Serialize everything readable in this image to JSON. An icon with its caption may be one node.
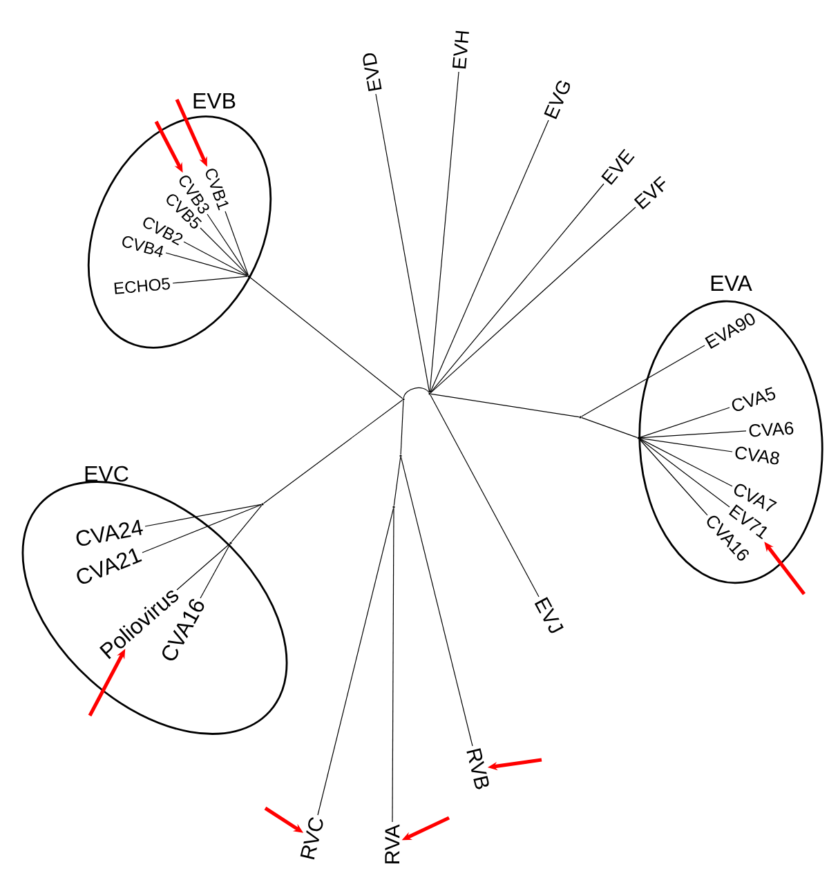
{
  "diagram": {
    "nodes": [
      {
        "text": [
          "EVB"
        ]
      },
      {
        "text": [
          "CVB1"
        ],
        "in": 0
      },
      {
        "text": [
          "CVB3"
        ],
        "in": 0
      },
      {
        "text": [
          "CVB5"
        ],
        "in": 0
      },
      {
        "text": [
          "CVB2"
        ],
        "in": 0
      },
      {
        "text": [
          "CVB4"
        ],
        "in": 0
      },
      {
        "text": [
          "ECHO5"
        ],
        "in": 0
      },
      {
        "text": [
          "EVD"
        ]
      },
      {
        "text": [
          "EVH"
        ]
      },
      {
        "text": [
          "EVG"
        ]
      },
      {
        "text": [
          "EVE"
        ]
      },
      {
        "text": [
          "EVF"
        ]
      },
      {
        "text": [
          "EVA"
        ]
      },
      {
        "text": [
          "EVA90"
        ],
        "in": 12
      },
      {
        "text": [
          "CVA5"
        ],
        "in": 12
      },
      {
        "text": [
          "CVA6"
        ],
        "in": 12
      },
      {
        "text": [
          "CVA8"
        ],
        "in": 12
      },
      {
        "text": [
          "CVA7"
        ],
        "in": 12
      },
      {
        "text": [
          "EV71"
        ],
        "in": 12
      },
      {
        "text": [
          "CVA16"
        ],
        "in": 12
      },
      {
        "text": [
          "EVC"
        ]
      },
      {
        "text": [
          "CVA24"
        ],
        "in": 20
      },
      {
        "text": [
          "CVA21"
        ],
        "in": 20
      },
      {
        "text": [
          "Poliovirus"
        ],
        "in": 20
      },
      {
        "text": [
          "CVA16"
        ],
        "in": 20
      },
      {
        "text": [
          "EVJ"
        ]
      },
      {
        "text": [
          "RVB"
        ]
      },
      {
        "text": [
          "RVC"
        ]
      },
      {
        "text": [
          "RVA"
        ]
      },
      {
        "text": [],
        "shape": "dot",
        "in": 0
      },
      {
        "text": [],
        "shape": "dot"
      },
      {
        "text": [],
        "shape": "dot"
      },
      {
        "text": [],
        "shape": "dot"
      },
      {
        "text": [],
        "shape": "dot"
      },
      {
        "text": [],
        "shape": "dot"
      },
      {
        "text": [],
        "shape": "dot"
      },
      {
        "text": [],
        "shape": "dot"
      },
      {
        "text": [],
        "shape": "dot"
      }
    ],
    "edges": [
      {
        "from": 29,
        "to": 1,
        "arrow": "none"
      },
      {
        "from": 29,
        "to": 2,
        "arrow": "none"
      },
      {
        "from": 29,
        "to": 3,
        "arrow": "none"
      },
      {
        "from": 29,
        "to": 4,
        "arrow": "none"
      },
      {
        "from": 29,
        "to": 5,
        "arrow": "none"
      },
      {
        "from": 29,
        "to": 6,
        "arrow": "none"
      },
      {
        "from": 31,
        "to": 7,
        "arrow": "none"
      },
      {
        "from": 31,
        "to": 8,
        "arrow": "none"
      },
      {
        "from": 31,
        "to": 9,
        "arrow": "none"
      },
      {
        "from": 31,
        "to": 10,
        "arrow": "none"
      },
      {
        "from": 31,
        "to": 11,
        "arrow": "none"
      },
      {
        "from": 32,
        "to": 13,
        "arrow": "none"
      },
      {
        "from": 33,
        "to": 14,
        "arrow": "none"
      },
      {
        "from": 33,
        "to": 15,
        "arrow": "none"
      },
      {
        "from": 33,
        "to": 16,
        "arrow": "none"
      },
      {
        "from": 33,
        "to": 17,
        "arrow": "none"
      },
      {
        "from": 33,
        "to": 18,
        "arrow": "none"
      },
      {
        "from": 33,
        "to": 19,
        "arrow": "none"
      },
      {
        "from": 34,
        "to": 21,
        "arrow": "none"
      },
      {
        "from": 34,
        "to": 22,
        "arrow": "none"
      },
      {
        "from": 35,
        "to": 23,
        "arrow": "none"
      },
      {
        "from": 35,
        "to": 24,
        "arrow": "none"
      },
      {
        "from": 31,
        "to": 25,
        "arrow": "none"
      },
      {
        "from": 36,
        "to": 26,
        "arrow": "none"
      },
      {
        "from": 37,
        "to": 27,
        "arrow": "none"
      },
      {
        "from": 37,
        "to": 28,
        "arrow": "none"
      },
      {
        "from": 29,
        "to": 30,
        "arrow": "none"
      },
      {
        "from": 30,
        "to": 31,
        "arrow": "none"
      },
      {
        "from": 31,
        "to": 32,
        "arrow": "none"
      },
      {
        "from": 32,
        "to": 33,
        "arrow": "none"
      },
      {
        "from": 30,
        "to": 34,
        "arrow": "none"
      },
      {
        "from": 34,
        "to": 35,
        "arrow": "none"
      },
      {
        "from": 30,
        "to": 36,
        "arrow": "none"
      },
      {
        "from": 36,
        "to": 37,
        "arrow": "none"
      },
      {
        "from": null,
        "to": 1,
        "arrow": "to",
        "style": "thick",
        "color": "#ff0000"
      },
      {
        "from": null,
        "to": 2,
        "arrow": "to",
        "style": "thick",
        "color": "#ff0000"
      },
      {
        "from": null,
        "to": 18,
        "arrow": "to",
        "style": "thick",
        "color": "#ff0000"
      },
      {
        "from": null,
        "to": 23,
        "arrow": "to",
        "style": "thick",
        "color": "#ff0000"
      },
      {
        "from": null,
        "to": 26,
        "arrow": "to",
        "style": "thick",
        "color": "#ff0000"
      },
      {
        "from": null,
        "to": 28,
        "arrow": "to",
        "style": "thick",
        "color": "#ff0000"
      },
      {
        "from": null,
        "to": 27,
        "arrow": "to",
        "style": "thick",
        "color": "#ff0000"
      }
    ]
  }
}
